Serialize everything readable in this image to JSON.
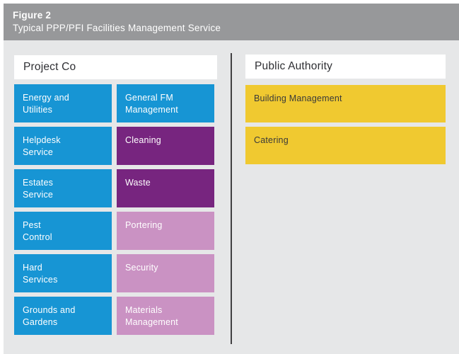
{
  "header": {
    "figure_label": "Figure 2",
    "title": "Typical PPP/PFI Facilities Management Service"
  },
  "colors": {
    "header_bar": "#97989a",
    "panel_background": "#e6e7e8",
    "divider": "#414042",
    "blue": "#1795d4",
    "purple": "#77257f",
    "pink": "#ca92c3",
    "yellow": "#f0c930",
    "box_text_light": "#ffffff",
    "box_text_dark": "#3a3a3a"
  },
  "project_co": {
    "title": "Project Co",
    "cells": [
      {
        "label": "Energy and\nUtilities",
        "color": "blue"
      },
      {
        "label": "General FM\nManagement",
        "color": "blue"
      },
      {
        "label": "Helpdesk\nService",
        "color": "blue"
      },
      {
        "label": "Cleaning",
        "color": "purple"
      },
      {
        "label": "Estates\nService",
        "color": "blue"
      },
      {
        "label": "Waste",
        "color": "purple"
      },
      {
        "label": "Pest\nControl",
        "color": "blue"
      },
      {
        "label": "Portering",
        "color": "pink"
      },
      {
        "label": "Hard\nServices",
        "color": "blue"
      },
      {
        "label": "Security",
        "color": "pink"
      },
      {
        "label": "Grounds and\nGardens",
        "color": "blue"
      },
      {
        "label": "Materials\nManagement",
        "color": "pink"
      }
    ]
  },
  "public_authority": {
    "title": "Public Authority",
    "cells": [
      {
        "label": "Building Management",
        "color": "yellow"
      },
      {
        "label": "Catering",
        "color": "yellow"
      }
    ]
  }
}
